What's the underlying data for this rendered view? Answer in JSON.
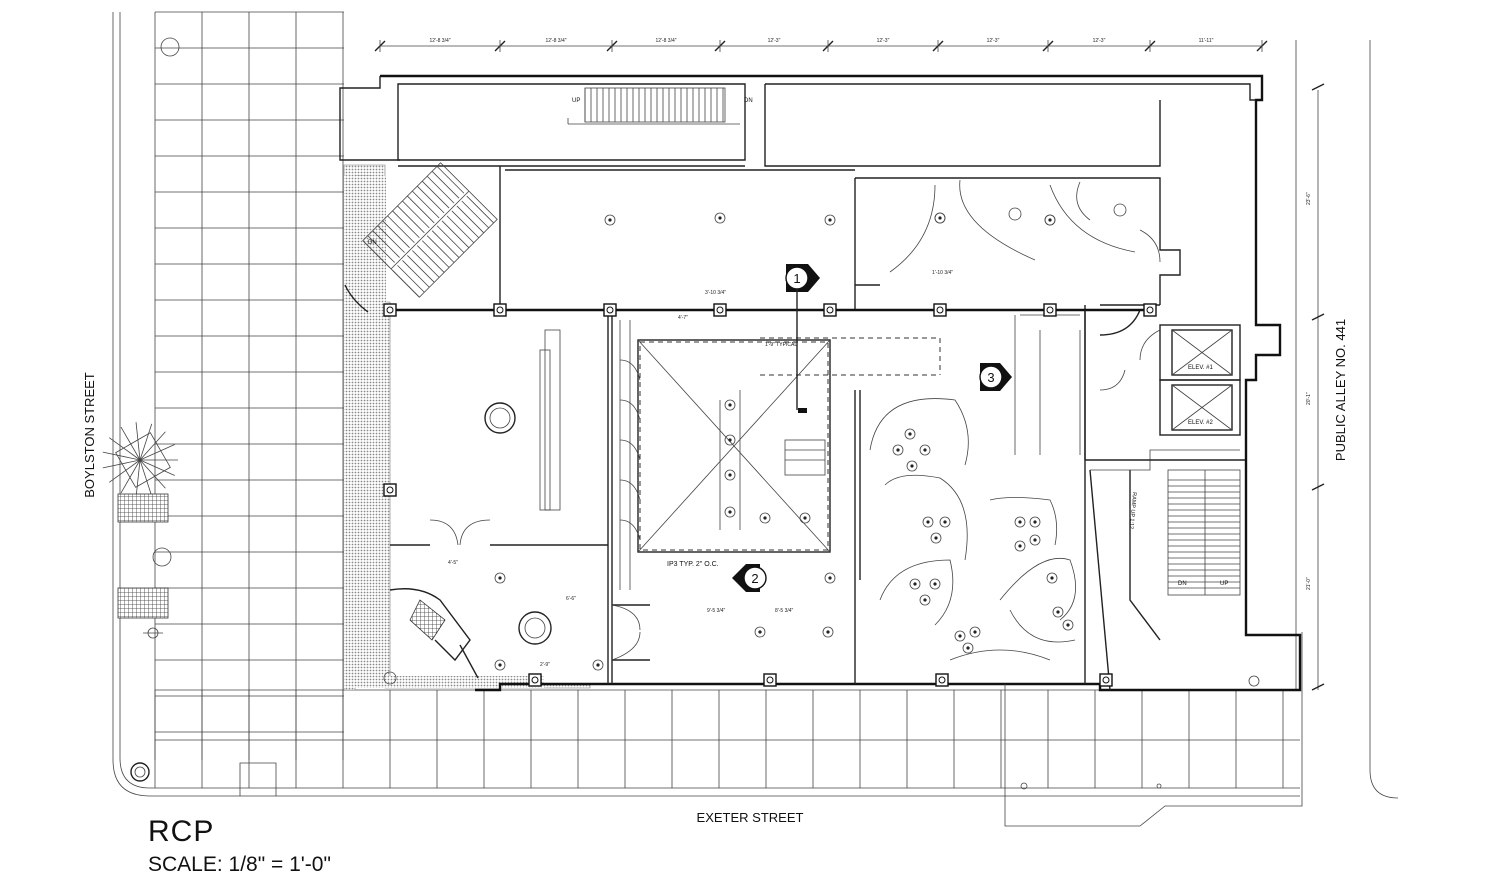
{
  "drawing": {
    "title": "RCP",
    "scale": "SCALE: 1/8\" = 1'-0\""
  },
  "streets": {
    "south": "EXETER STREET",
    "west": "BOYLSTON STREET",
    "east": "PUBLIC ALLEY NO. 441"
  },
  "section_markers": [
    "1",
    "2",
    "3"
  ],
  "room_labels": {
    "elev1": "ELEV. #1",
    "elev2": "ELEV. #2",
    "up": "UP",
    "dn": "DN",
    "ramp": "RAMP UP 1:12"
  },
  "notes": {
    "ip3": "IP3 TYP. 2\" O.C.",
    "typical": "1'-9\" TYPICAL"
  },
  "dimensions": {
    "top": [
      "12'-8 3/4\"",
      "12'-8 3/4\"",
      "12'-8 3/4\"",
      "12'-3\"",
      "12'-3\"",
      "12'-3\"",
      "12'-3\"",
      "11'-11\""
    ],
    "right": [
      "23'-6\"",
      "20'-1\"",
      "21'-0\""
    ],
    "interior": [
      "3'-10 3/4\"",
      "4'-7\"",
      "1'-10 3/4\"",
      "6'-6\"",
      "4'-5\"",
      "9'-5 3/4\"",
      "8'-5 3/4\"",
      "2'-9\""
    ]
  },
  "colors": {
    "line": "#222222",
    "hatch": "#9a9a9a",
    "background": "#ffffff"
  }
}
